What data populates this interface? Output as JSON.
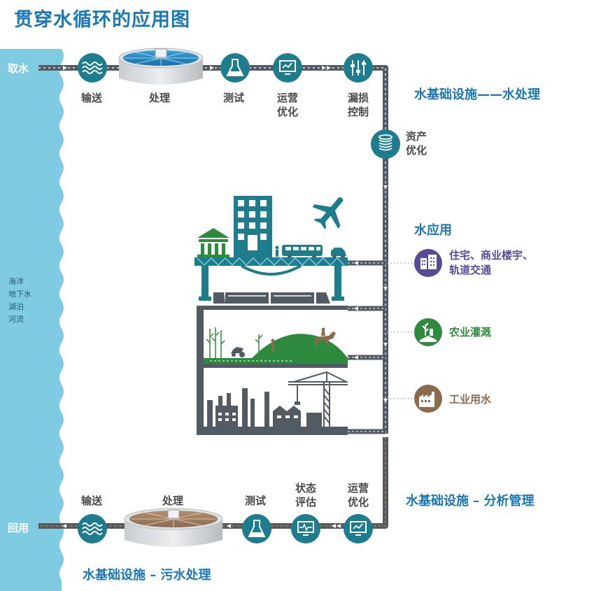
{
  "title": "贯穿水循环的应用图",
  "intake_label": "取水",
  "reuse_label": "回用",
  "water_sources": [
    "海洋",
    "地下水",
    "湖泊",
    "河流"
  ],
  "top_process": {
    "convey": "输送",
    "treat": "处理",
    "test": "测试",
    "ops": [
      "运营",
      "优化"
    ],
    "leak": [
      "漏损",
      "控制"
    ],
    "asset": [
      "资产",
      "优化"
    ]
  },
  "sections": {
    "infra_water": "水基础设施——水处理",
    "application": "水应用",
    "infra_analytics": "水基础设施 – 分析管理",
    "infra_wastewater": "水基础设施 – 污水处理"
  },
  "applications": {
    "urban": [
      "住宅、商业楼宇、",
      "轨道交通"
    ],
    "agri": "农业灌溉",
    "industry": "工业用水"
  },
  "bottom_process": {
    "convey": "输送",
    "treat": "处理",
    "test": "测试",
    "status": [
      "状态",
      "评估"
    ],
    "ops": [
      "运营",
      "优化"
    ]
  },
  "colors": {
    "brand_blue": "#1b78b6",
    "teal": "#1d7d8c",
    "water": "#7ecbe2",
    "urban_purple": "#5a4a96",
    "agri_green": "#2e8b3e",
    "industry_brown": "#8b6a4e",
    "pipe": "#525a64",
    "wastewater_pipe": "#c0763a"
  },
  "icons": [
    "waves-icon",
    "flask-icon",
    "monitor-icon",
    "sliders-icon",
    "coins-icon",
    "monitor-pulse-icon",
    "building-icon",
    "wheat-icon",
    "factory-icon",
    "airplane-icon"
  ]
}
